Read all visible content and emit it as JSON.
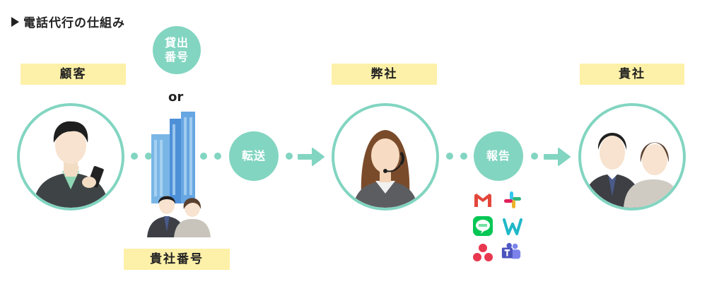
{
  "title": "電話代行の仕組み",
  "labels": {
    "customer": "顧客",
    "our_company": "弊社",
    "your_company": "貴社",
    "your_company_number": "貴社番号"
  },
  "bubbles": {
    "loan_number": "貸出\n番号",
    "transfer": "転送",
    "report": "報告"
  },
  "or_text": "or",
  "icons": [
    "gmail-icon",
    "slack-icon",
    "line-icon",
    "chatwork-icon",
    "asana-icon",
    "teams-icon"
  ],
  "colors": {
    "accent": "#82d5c1",
    "label_bg": "#fdf0a8"
  }
}
